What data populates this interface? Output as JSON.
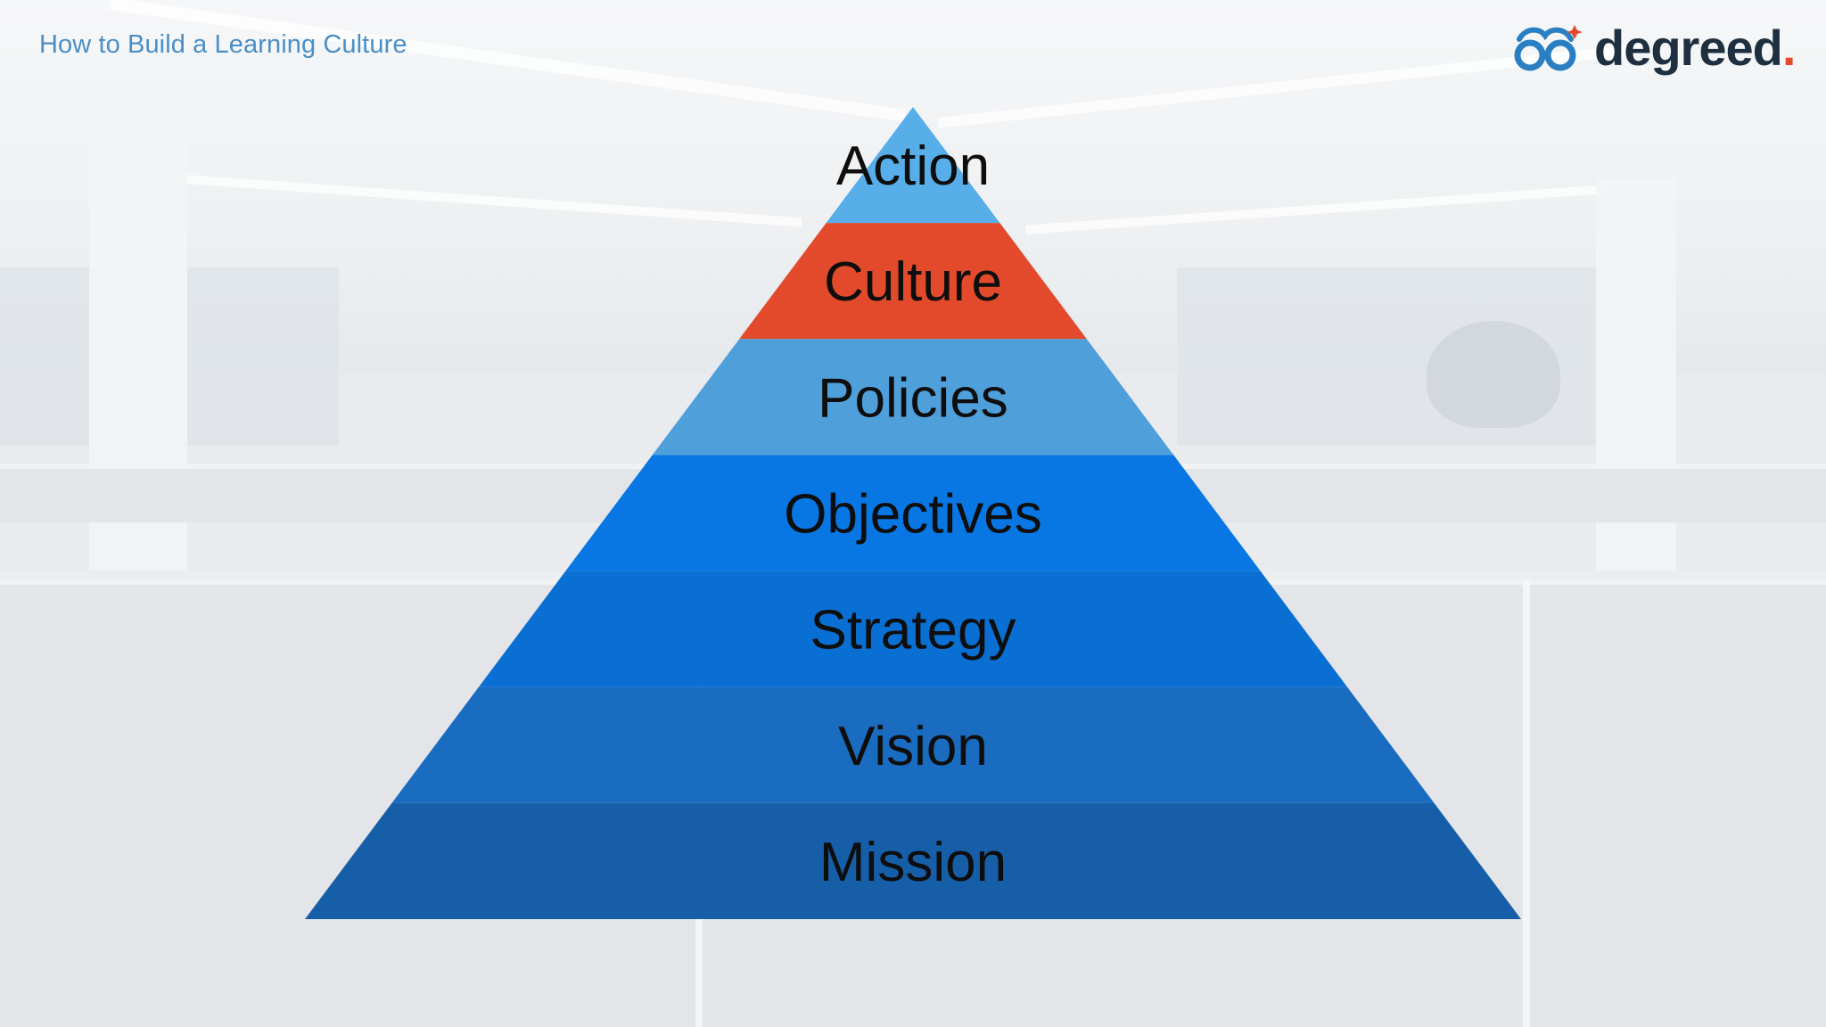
{
  "header": {
    "title": "How to Build a Learning Culture"
  },
  "logo": {
    "wordmark": "degreed",
    "dot": ".",
    "icon": "glasses-icon"
  },
  "pyramid": {
    "layers": [
      {
        "label": "Action",
        "color": "#57aee8"
      },
      {
        "label": "Culture",
        "color": "#e24a2b"
      },
      {
        "label": "Policies",
        "color": "#4f9fdb"
      },
      {
        "label": "Objectives",
        "color": "#0877e3"
      },
      {
        "label": "Strategy",
        "color": "#0a6fd2"
      },
      {
        "label": "Vision",
        "color": "#196cc0"
      },
      {
        "label": "Mission",
        "color": "#175ea8"
      }
    ]
  },
  "colors": {
    "title": "#4a8fc6",
    "logo_text": "#1e2f3f",
    "logo_accent": "#e5492c",
    "logo_icon": "#2a7fc2"
  }
}
